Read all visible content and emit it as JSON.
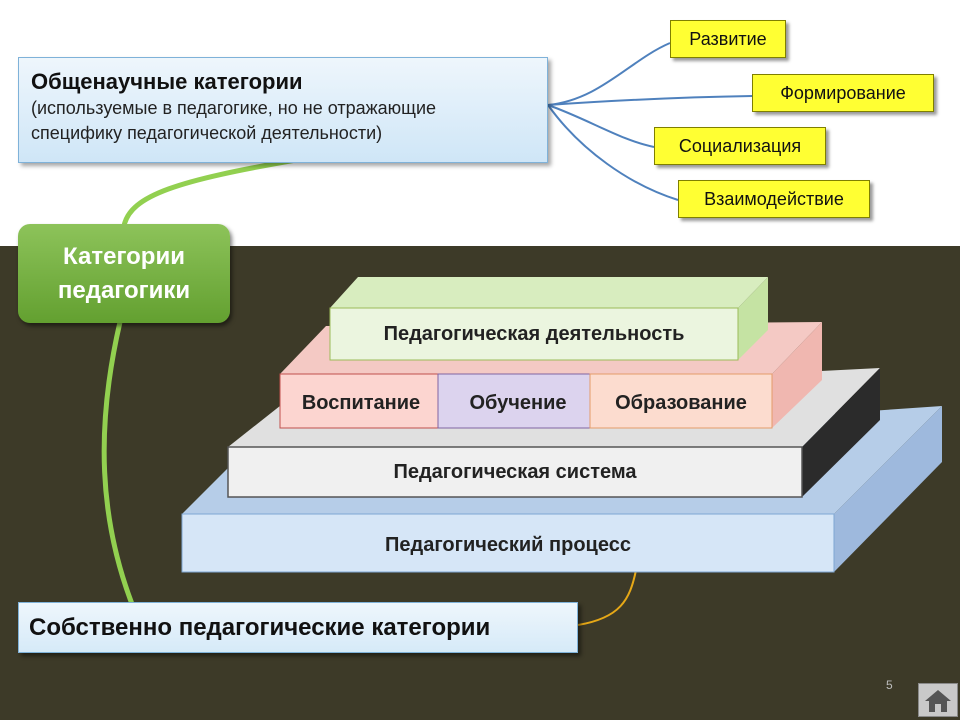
{
  "general": {
    "title": "Общенаучные категории",
    "subtitle_line1": "(используемые в педагогике, но не отражающие",
    "subtitle_line2": "специфику педагогической деятельности)"
  },
  "general_items": [
    "Развитие",
    "Формирование",
    "Социализация",
    "Взаимодействие"
  ],
  "main_button": {
    "line1": "Категории",
    "line2": "педагогики"
  },
  "pyramid": {
    "activity": "Педагогическая деятельность",
    "upbringing": "Воспитание",
    "teaching": "Обучение",
    "education": "Образование",
    "system": "Педагогическая система",
    "process": "Педагогический процесс"
  },
  "own_categories": "Собственно педагогические категории",
  "page_number": "5",
  "colors": {
    "dark_background": "#3d3a28",
    "green": "#7ab648",
    "yellow": "#ffff33",
    "blue_line": "#4f81bd",
    "orange_line": "#e6a817"
  }
}
